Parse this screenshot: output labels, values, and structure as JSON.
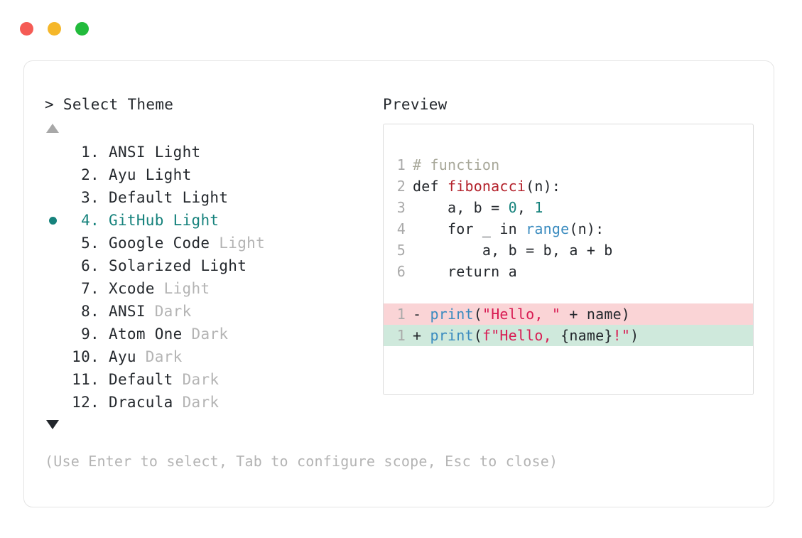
{
  "window": {
    "dots": [
      {
        "name": "close",
        "color": "#f55b55"
      },
      {
        "name": "minimize",
        "color": "#f5b72a"
      },
      {
        "name": "maximize",
        "color": "#22bb3c"
      }
    ]
  },
  "prompt": {
    "title": "> Select Theme"
  },
  "preview": {
    "title": "Preview"
  },
  "scroll": {
    "up_more": false,
    "down_more": true
  },
  "themes": [
    {
      "num": "1.",
      "name": "ANSI",
      "variant": "Light",
      "variant_muted": false,
      "selected": false
    },
    {
      "num": "2.",
      "name": "Ayu",
      "variant": "Light",
      "variant_muted": false,
      "selected": false
    },
    {
      "num": "3.",
      "name": "Default",
      "variant": "Light",
      "variant_muted": false,
      "selected": false
    },
    {
      "num": "4.",
      "name": "GitHub",
      "variant": "Light",
      "variant_muted": false,
      "selected": true
    },
    {
      "num": "5.",
      "name": "Google Code",
      "variant": "Light",
      "variant_muted": true,
      "selected": false
    },
    {
      "num": "6.",
      "name": "Solarized",
      "variant": "Light",
      "variant_muted": false,
      "selected": false
    },
    {
      "num": "7.",
      "name": "Xcode",
      "variant": "Light",
      "variant_muted": true,
      "selected": false
    },
    {
      "num": "8.",
      "name": "ANSI",
      "variant": "Dark",
      "variant_muted": true,
      "selected": false
    },
    {
      "num": "9.",
      "name": "Atom One",
      "variant": "Dark",
      "variant_muted": true,
      "selected": false
    },
    {
      "num": "10.",
      "name": "Ayu",
      "variant": "Dark",
      "variant_muted": true,
      "selected": false
    },
    {
      "num": "11.",
      "name": "Default",
      "variant": "Dark",
      "variant_muted": true,
      "selected": false
    },
    {
      "num": "12.",
      "name": "Dracula",
      "variant": "Dark",
      "variant_muted": true,
      "selected": false
    }
  ],
  "code": {
    "lines": [
      {
        "ln": "1",
        "tokens": [
          {
            "t": "# function",
            "c": "comment"
          }
        ]
      },
      {
        "ln": "2",
        "tokens": [
          {
            "t": "def ",
            "c": "keyword"
          },
          {
            "t": "fibonacci",
            "c": "func"
          },
          {
            "t": "(n):",
            "c": "plain"
          }
        ]
      },
      {
        "ln": "3",
        "tokens": [
          {
            "t": "    a, b = ",
            "c": "plain"
          },
          {
            "t": "0",
            "c": "number"
          },
          {
            "t": ", ",
            "c": "plain"
          },
          {
            "t": "1",
            "c": "number"
          }
        ]
      },
      {
        "ln": "4",
        "tokens": [
          {
            "t": "    for _ in ",
            "c": "plain"
          },
          {
            "t": "range",
            "c": "builtin"
          },
          {
            "t": "(n):",
            "c": "plain"
          }
        ]
      },
      {
        "ln": "5",
        "tokens": [
          {
            "t": "        a, b = b, a + b",
            "c": "plain"
          }
        ]
      },
      {
        "ln": "6",
        "tokens": [
          {
            "t": "    return a",
            "c": "plain"
          }
        ]
      }
    ],
    "diff": [
      {
        "ln": "1",
        "kind": "del",
        "marker": "- ",
        "tokens": [
          {
            "t": "print",
            "c": "builtin"
          },
          {
            "t": "(",
            "c": "plain"
          },
          {
            "t": "\"Hello, \"",
            "c": "string"
          },
          {
            "t": " + name)",
            "c": "plain"
          }
        ]
      },
      {
        "ln": "1",
        "kind": "add",
        "marker": "+ ",
        "tokens": [
          {
            "t": "print",
            "c": "builtin"
          },
          {
            "t": "(",
            "c": "plain"
          },
          {
            "t": "f\"Hello, ",
            "c": "string"
          },
          {
            "t": "{name}",
            "c": "plain"
          },
          {
            "t": "!\"",
            "c": "string"
          },
          {
            "t": ")",
            "c": "plain"
          }
        ]
      }
    ]
  },
  "footer": {
    "hint": "(Use Enter to select, Tab to configure scope, Esc to close)"
  }
}
